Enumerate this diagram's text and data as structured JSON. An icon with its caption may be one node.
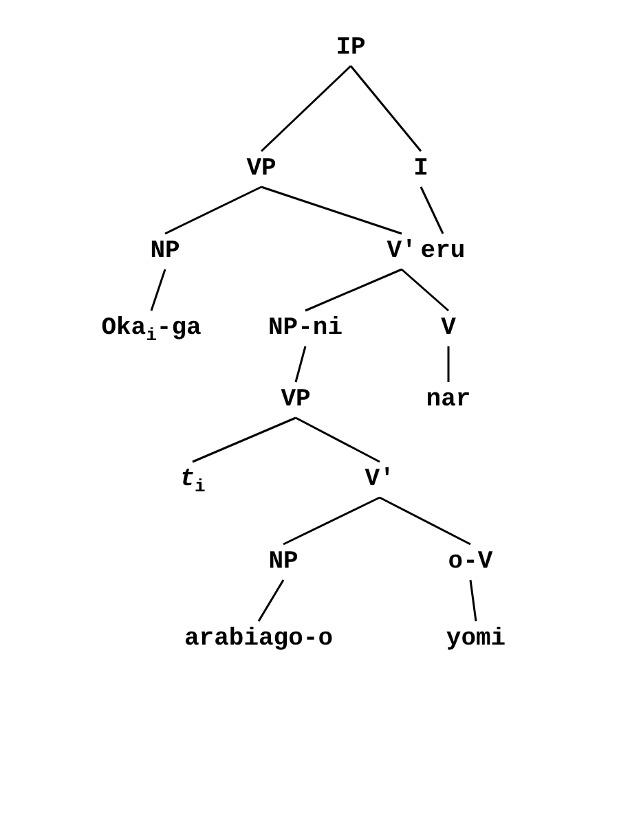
{
  "diagram": {
    "nodes": [
      {
        "text": [
          "IP"
        ]
      },
      {
        "text": [
          "VP"
        ]
      },
      {
        "text": [
          "I"
        ]
      },
      {
        "text": [
          "NP"
        ]
      },
      {
        "text": [
          "V'"
        ]
      },
      {
        "text": [
          "eru"
        ]
      },
      {
        "text": [
          "Oka$_{i}$-ga"
        ]
      },
      {
        "text": [
          "NP-ni"
        ]
      },
      {
        "text": [
          "V"
        ]
      },
      {
        "text": [
          "VP"
        ]
      },
      {
        "text": [
          "nar"
        ]
      },
      {
        "text": [
          "*t*$_{i}$"
        ]
      },
      {
        "text": [
          "V'"
        ]
      },
      {
        "text": [
          "NP"
        ]
      },
      {
        "text": [
          "o-V"
        ]
      },
      {
        "text": [
          "arabiago-o"
        ]
      },
      {
        "text": [
          "yomi"
        ]
      }
    ],
    "edges": [
      {
        "from": 0,
        "to": 1,
        "arrow": "none"
      },
      {
        "from": 0,
        "to": 2,
        "arrow": "none"
      },
      {
        "from": 1,
        "to": 3,
        "arrow": "none"
      },
      {
        "from": 1,
        "to": 4,
        "arrow": "none"
      },
      {
        "from": 2,
        "to": 5,
        "arrow": "none"
      },
      {
        "from": 3,
        "to": 6,
        "arrow": "none"
      },
      {
        "from": 4,
        "to": 7,
        "arrow": "none"
      },
      {
        "from": 4,
        "to": 8,
        "arrow": "none"
      },
      {
        "from": 7,
        "to": 9,
        "arrow": "none"
      },
      {
        "from": 8,
        "to": 10,
        "arrow": "none"
      },
      {
        "from": 9,
        "to": 11,
        "arrow": "none"
      },
      {
        "from": 9,
        "to": 12,
        "arrow": "none"
      },
      {
        "from": 12,
        "to": 13,
        "arrow": "none"
      },
      {
        "from": 12,
        "to": 14,
        "arrow": "none"
      },
      {
        "from": 13,
        "to": 15,
        "arrow": "none"
      },
      {
        "from": 14,
        "to": 16,
        "arrow": "none"
      }
    ]
  }
}
